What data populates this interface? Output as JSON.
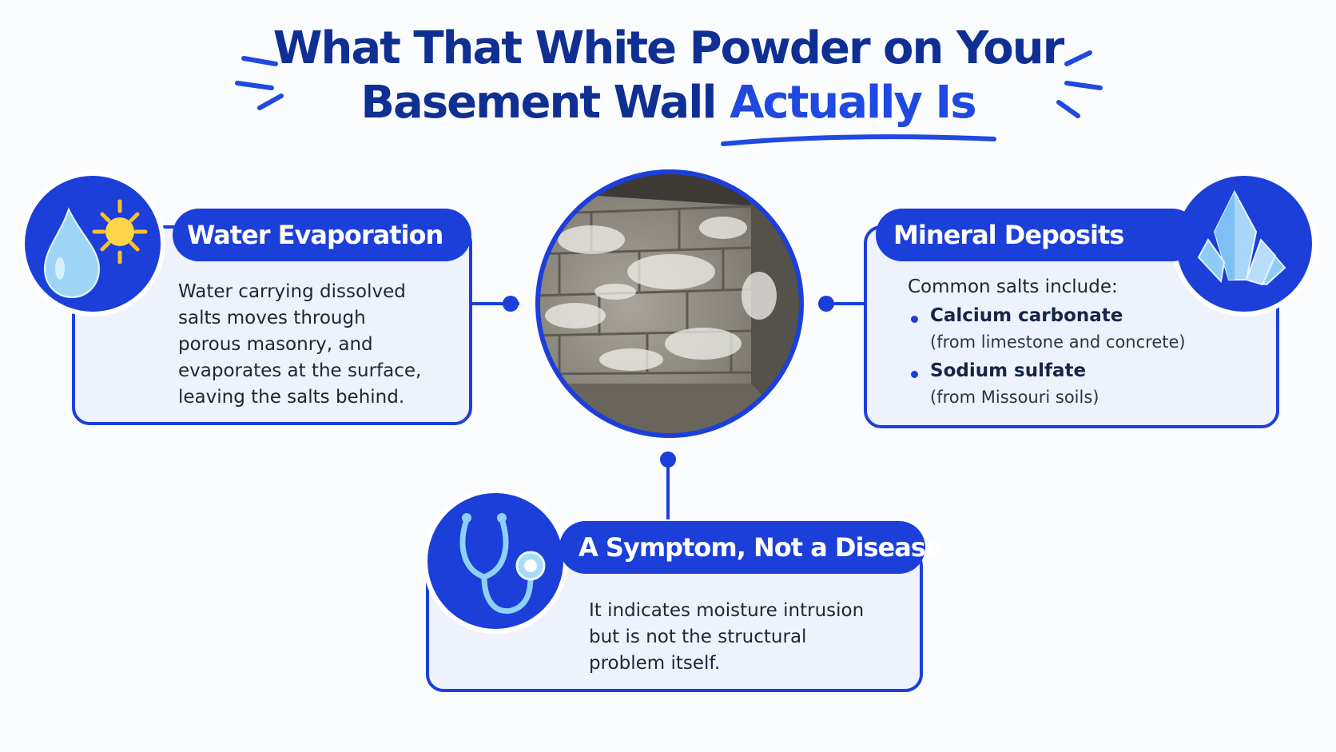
{
  "title": {
    "line1": "What That White Powder on Your",
    "line2_main": "Basement Wall ",
    "line2_accent": "Actually Is"
  },
  "cards": {
    "water": {
      "heading": "Water Evaporation",
      "body": [
        "Water carrying dissolved",
        "salts moves through",
        "porous masonry, and",
        "evaporates at the surface,",
        "leaving the salts behind."
      ]
    },
    "minerals": {
      "heading": "Mineral Deposits",
      "intro": "Common salts include:",
      "salts": [
        {
          "name": "Calcium carbonate",
          "source": "(from limestone and concrete)"
        },
        {
          "name": "Sodium sulfate",
          "source": "(from Missouri soils)"
        }
      ]
    },
    "symptom": {
      "heading": "A Symptom, Not a Disease",
      "body": [
        "It indicates moisture intrusion",
        "but is not the structural",
        "problem itself."
      ]
    }
  },
  "icons": {
    "water": "water-drop-sun-icon",
    "minerals": "crystal-icon",
    "symptom": "stethoscope-icon",
    "center": "efflorescence-wall-photo"
  },
  "colors": {
    "primary": "#1c3fda",
    "title": "#102f93",
    "card_fill": "#edf2fc"
  }
}
